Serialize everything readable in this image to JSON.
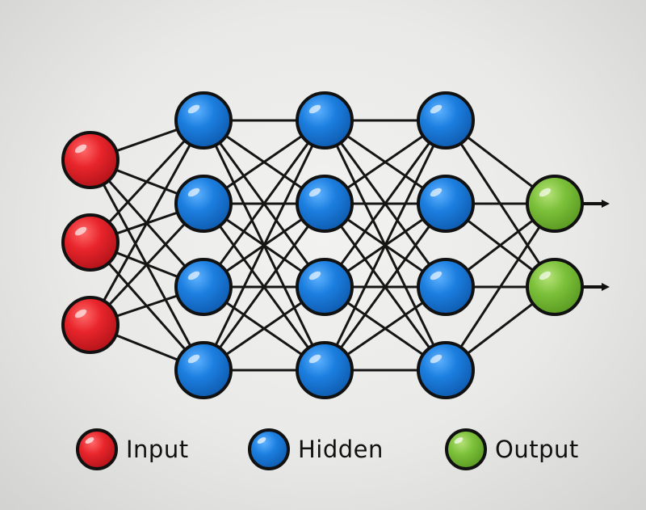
{
  "layers": [
    {
      "name": "input",
      "nodes": 3
    },
    {
      "name": "hidden",
      "nodes": 4
    },
    {
      "name": "hidden",
      "nodes": 4
    },
    {
      "name": "hidden",
      "nodes": 4
    },
    {
      "name": "output",
      "nodes": 2
    }
  ],
  "colors": {
    "input": "#e8252b",
    "hidden": "#1c7fe0",
    "output": "#7cc13a",
    "outline": "#111111",
    "edge": "#151515"
  },
  "legend": {
    "input_label": "Input",
    "hidden_label": "Hidden",
    "output_label": "Output"
  }
}
